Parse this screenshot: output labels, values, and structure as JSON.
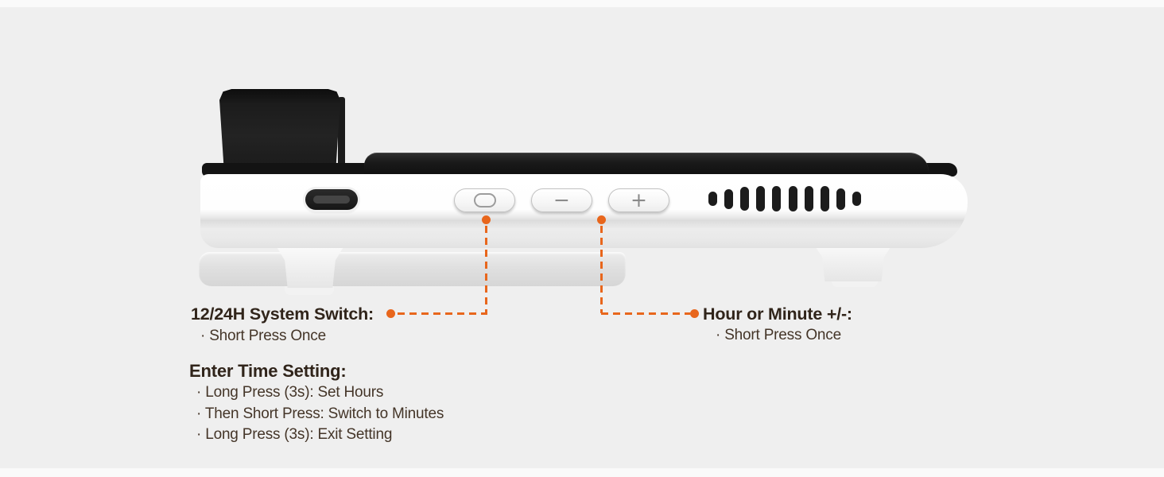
{
  "colors": {
    "background": "#efefef",
    "accent_orange": "#e8661c",
    "heading_text": "#30241a",
    "body_text": "#443528",
    "device_black": "#131313",
    "device_white": "#ffffff"
  },
  "callouts": {
    "system_switch": {
      "title": "12/24H System Switch:",
      "detail": "· Short Press Once"
    },
    "hour_minute": {
      "title": "Hour or Minute +/-:",
      "detail": "· Short Press Once"
    },
    "time_setting": {
      "title": "Enter Time Setting:",
      "steps": [
        "· Long Press (3s): Set Hours",
        "· Then Short Press: Switch to Minutes",
        "· Long Press (3s): Exit Setting"
      ]
    }
  },
  "device": {
    "minus_button": {
      "glyph": "−"
    },
    "plus_button": {
      "glyph": "+"
    },
    "mode_button": {
      "icon": "rounded-rect-outline"
    },
    "speaker_slot_heights": [
      18,
      25,
      30,
      32,
      32,
      32,
      32,
      32,
      27,
      18
    ]
  }
}
